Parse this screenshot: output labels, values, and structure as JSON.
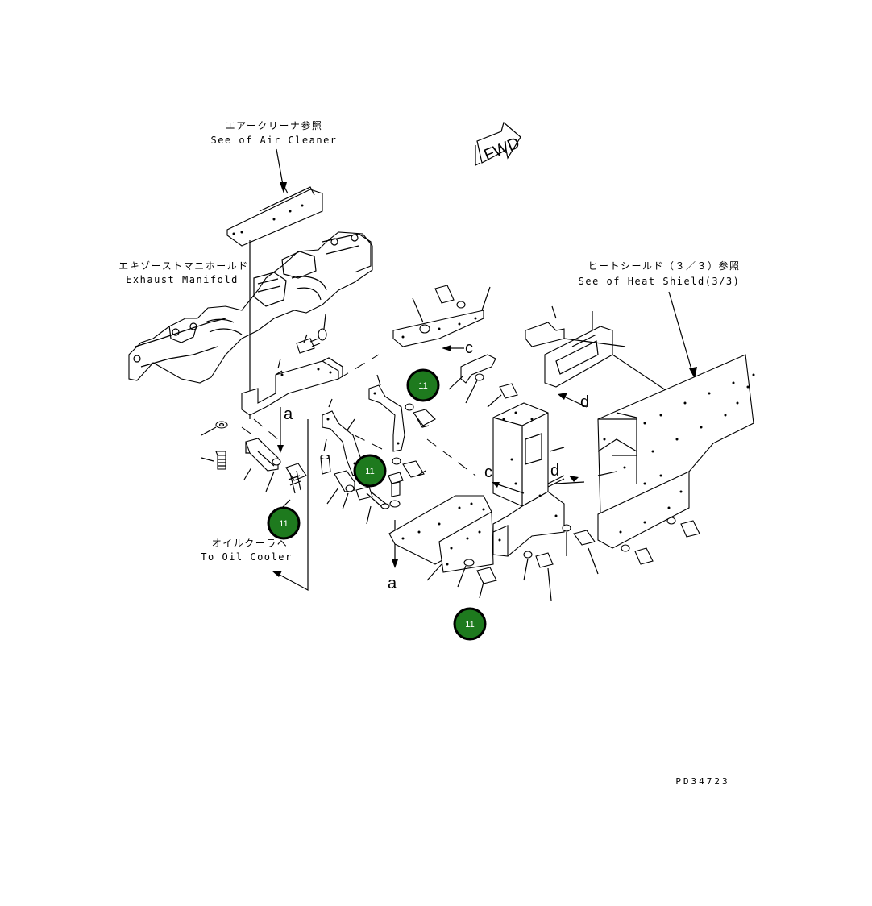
{
  "labels": {
    "air_cleaner_jp": "エアークリーナ参照",
    "air_cleaner_en": "See of Air Cleaner",
    "exhaust_jp": "エキゾーストマニホールド",
    "exhaust_en": "Exhaust Manifold",
    "heat_shield_jp": "ヒートシールド（３／３）参照",
    "heat_shield_en": "See of Heat Shield(3/3)",
    "oil_cooler_jp": "オイルクーラへ",
    "oil_cooler_en": "To Oil Cooler",
    "fwd": "FWD",
    "drawing_code": "PD34723"
  },
  "markers": {
    "a_upper": "a",
    "a_lower": "a",
    "c_upper": "c",
    "c_lower": "c",
    "d_upper": "d",
    "d_lower": "d"
  },
  "callouts": [
    {
      "label": "11"
    },
    {
      "label": "11"
    },
    {
      "label": "11"
    },
    {
      "label": "11"
    }
  ],
  "colors": {
    "callout_fill": "#1e7a1e",
    "callout_border": "#000000",
    "line": "#000000"
  }
}
